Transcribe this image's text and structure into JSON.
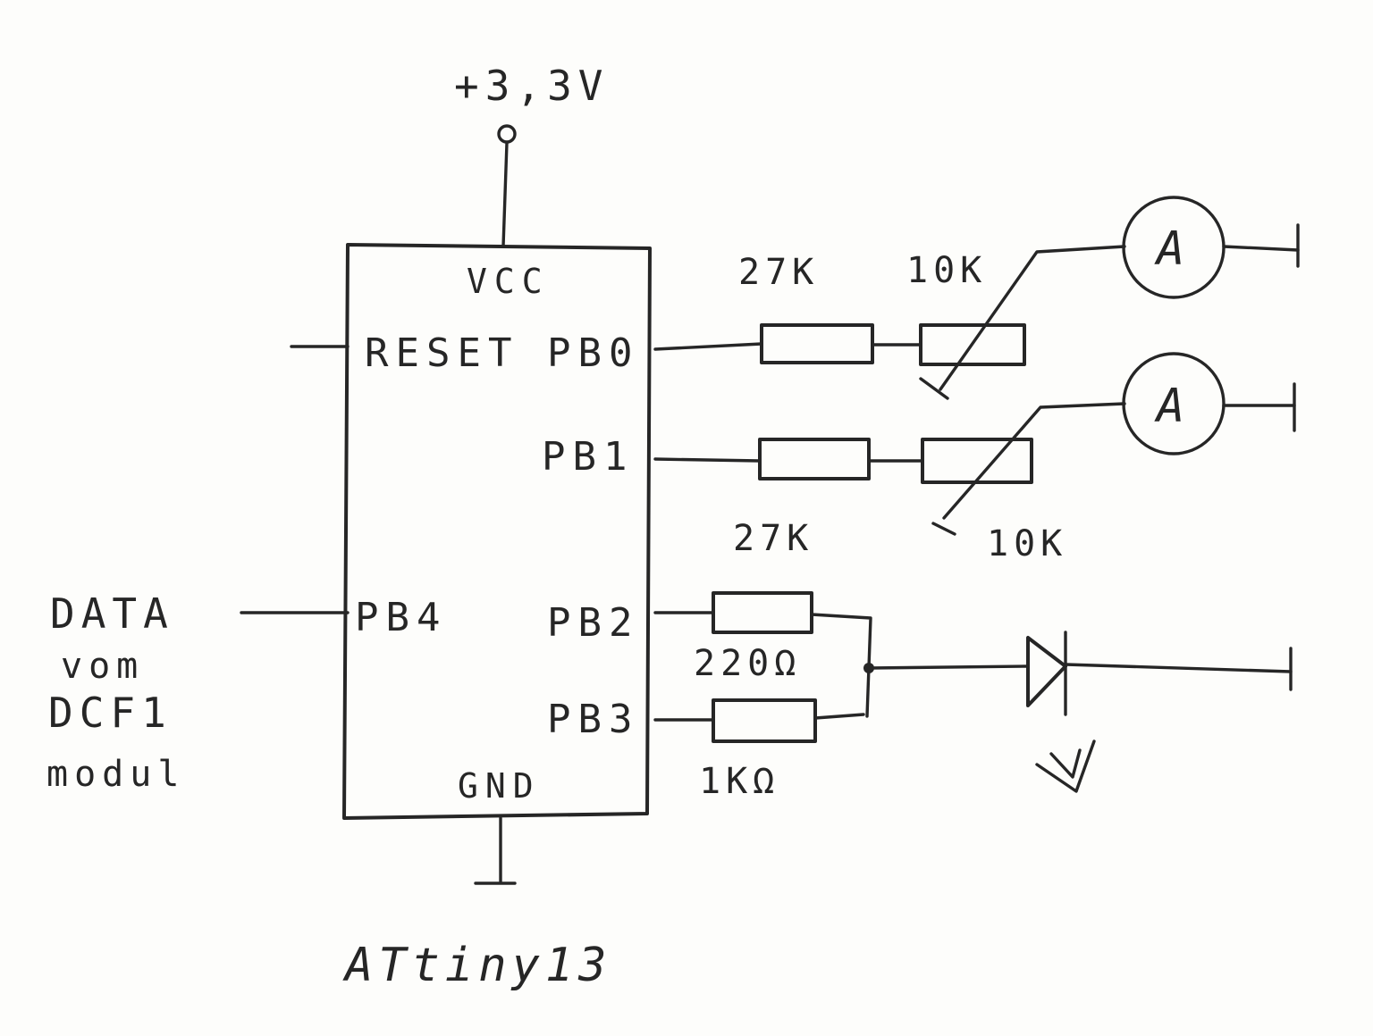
{
  "supply": {
    "label": "+3,3V"
  },
  "chip": {
    "name": "ATtiny13",
    "pins": {
      "vcc": "VCC",
      "reset": "RESET",
      "pb0": "PB0",
      "pb1": "PB1",
      "pb4": "PB4",
      "pb2": "PB2",
      "pb3": "PB3",
      "gnd": "GND"
    }
  },
  "input": {
    "lines": [
      "DATA",
      "vom",
      "DCF1",
      "modul"
    ]
  },
  "resistors": {
    "r_pb0": "27K",
    "pot_pb0": "10K",
    "r_pb1": "27K",
    "pot_pb1": "10K",
    "r_pb2": "220Ω",
    "r_pb3": "1KΩ"
  },
  "meters": [
    {
      "symbol": "A"
    },
    {
      "symbol": "A"
    }
  ]
}
